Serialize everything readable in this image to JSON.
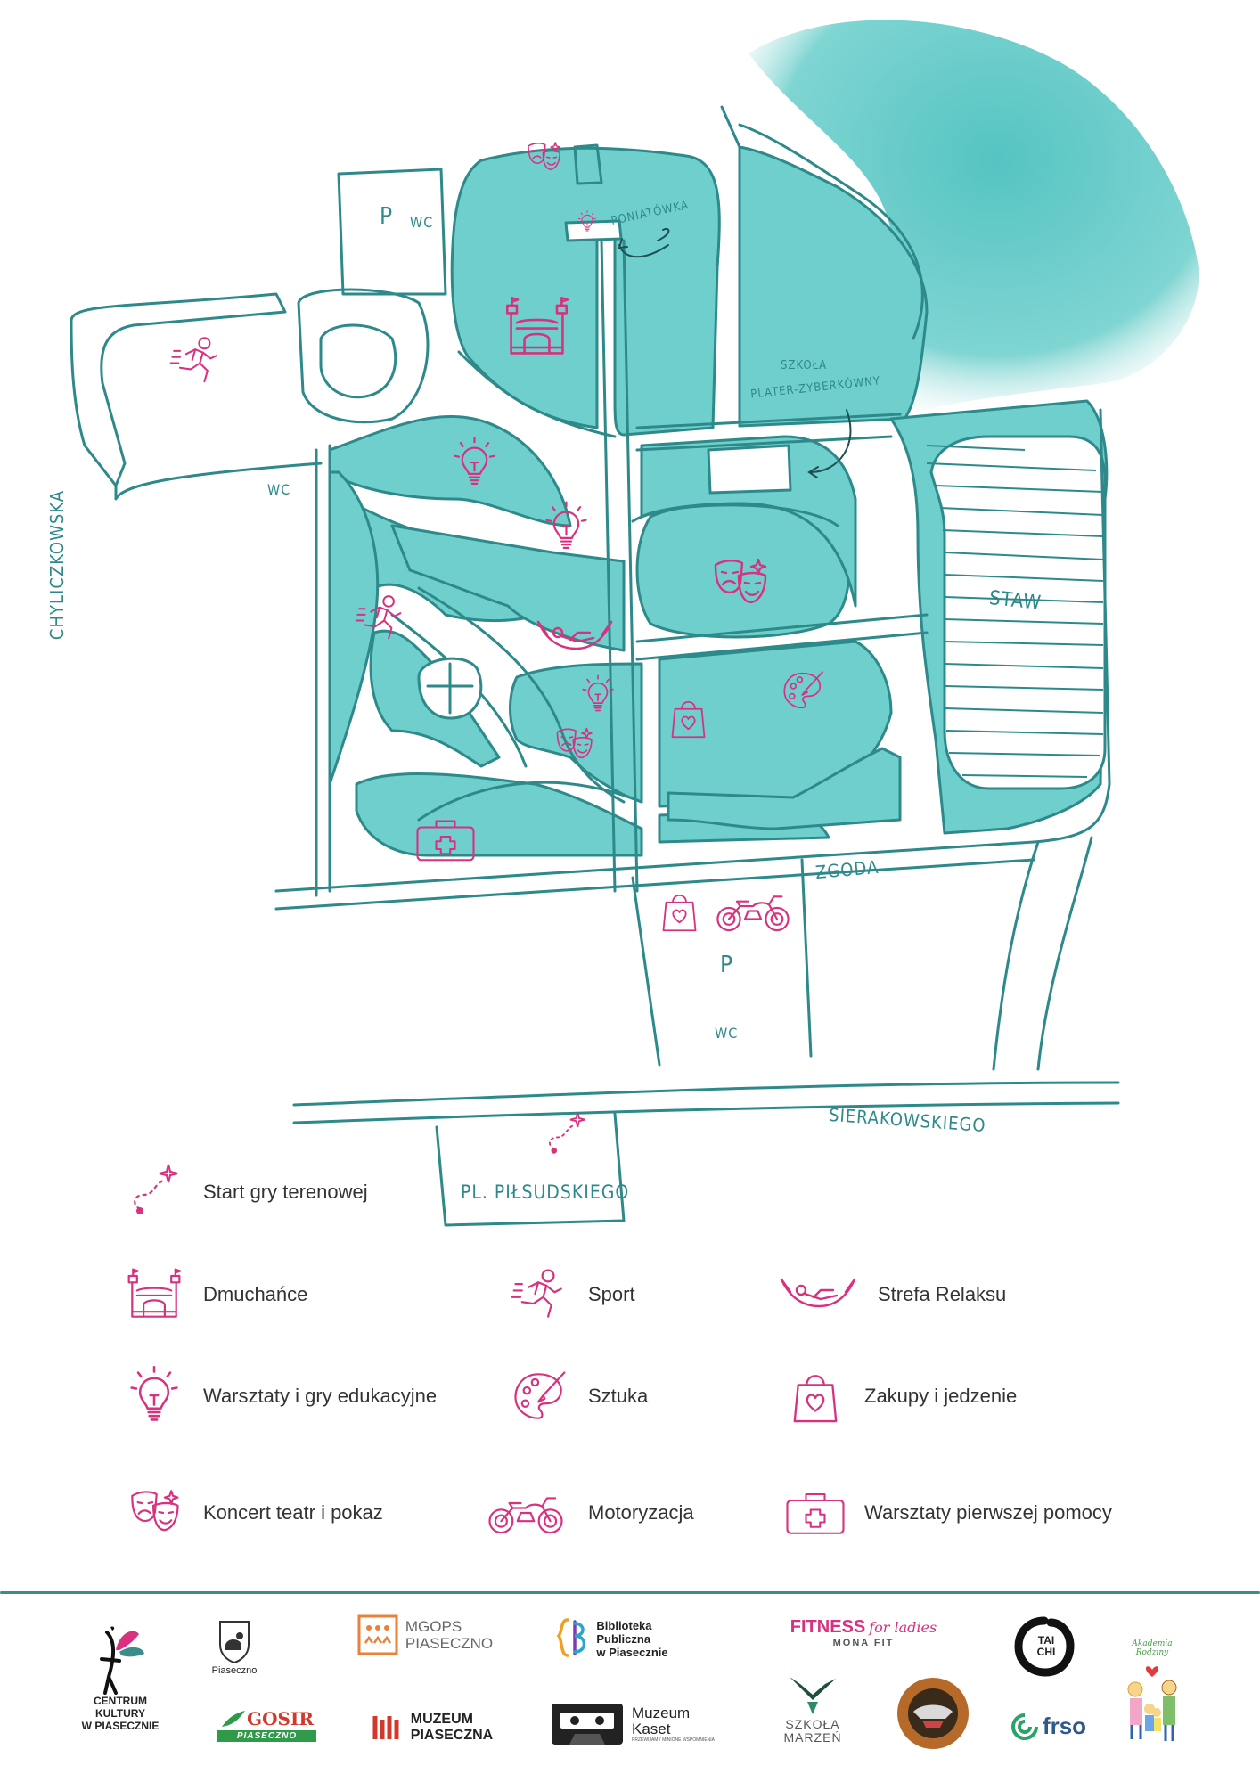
{
  "map": {
    "streets": {
      "chyliczkowska": "CHYLICZKOWSKA",
      "zgoda": "ZGODA",
      "sierakowskiego": "SIERAKOWSKIEGO",
      "pl_pilsudskiego": "PL. PIŁSUDSKIEGO"
    },
    "places": {
      "poniatowka": "PONIATÓWKA",
      "szkola_line1": "SZKOŁA",
      "szkola_line2": "PLATER-ZYBERKÓWNY",
      "staw": "STAW"
    },
    "facilities": {
      "parking": "P",
      "wc": "WC"
    }
  },
  "legend": {
    "start": {
      "label": "Start gry terenowej",
      "icon": "game-start-icon"
    },
    "items": [
      {
        "label": "Dmuchańce",
        "icon": "bouncy-castle-icon"
      },
      {
        "label": "Sport",
        "icon": "runner-icon"
      },
      {
        "label": "Strefa Relaksu",
        "icon": "hammock-icon"
      },
      {
        "label": "Warsztaty i gry edukacyjne",
        "icon": "lightbulb-icon"
      },
      {
        "label": "Sztuka",
        "icon": "palette-icon"
      },
      {
        "label": "Zakupy i jedzenie",
        "icon": "shopping-bag-icon"
      },
      {
        "label": "Koncert teatr i pokaz",
        "icon": "theater-masks-icon"
      },
      {
        "label": "Motoryzacja",
        "icon": "motorcycle-icon"
      },
      {
        "label": "Warsztaty pierwszej pomocy",
        "icon": "first-aid-kit-icon"
      }
    ]
  },
  "sponsors": {
    "ck_line1": "CENTRUM KULTURY",
    "ck_line2": "W PIASECZNIE",
    "piaseczno": "Piaseczno",
    "mgops_line1": "MGOPS",
    "mgops_line2": "PIASECZNO",
    "biblioteka_line1": "Biblioteka",
    "biblioteka_line2": "Publiczna",
    "biblioteka_line3": "w Piasecznie",
    "fitness_main": "FITNESS",
    "fitness_script": "for ladies",
    "fitness_sub": "MONA FIT",
    "taichi_line1": "TAI",
    "taichi_line2": "CHI",
    "akademia": "Akademia Rodziny",
    "gosir_main": "GOSIR",
    "gosir_sub": "PIASECZNO",
    "muzeum_line1": "MUZEUM",
    "muzeum_line2": "PIASECZNA",
    "kaset_line1": "Muzeum",
    "kaset_line2": "Kaset",
    "kaset_sub": "PRZEWIJAMY MINIONE WSPOMNIENIA",
    "szkola_line1": "SZKOŁA",
    "szkola_line2": "MARZEŃ",
    "frso": "frso"
  },
  "colors": {
    "park_fill": "#6ecfcc",
    "path_line": "#2e8a8a",
    "icon_pink": "#d8327f"
  }
}
